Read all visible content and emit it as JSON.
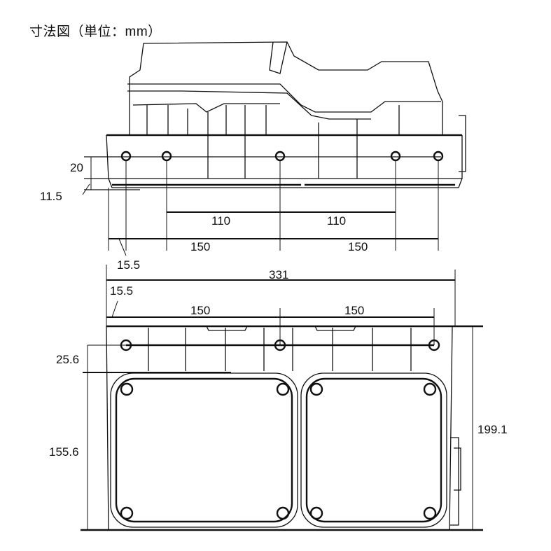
{
  "title": "寸法図（単位：mm）",
  "front_view": {
    "dims": {
      "hole_height": "20",
      "bottom_offset": "11.5",
      "pitch_110_left": "110",
      "pitch_110_right": "110",
      "pitch_150_left": "150",
      "pitch_150_right": "150",
      "edge_offset": "15.5"
    }
  },
  "top_view": {
    "dims": {
      "overall_width": "331",
      "edge_offset": "15.5",
      "pitch_150_left": "150",
      "pitch_150_right": "150",
      "hole_to_panel": "25.6",
      "panel_height": "155.6",
      "overall_depth": "199.1"
    }
  }
}
